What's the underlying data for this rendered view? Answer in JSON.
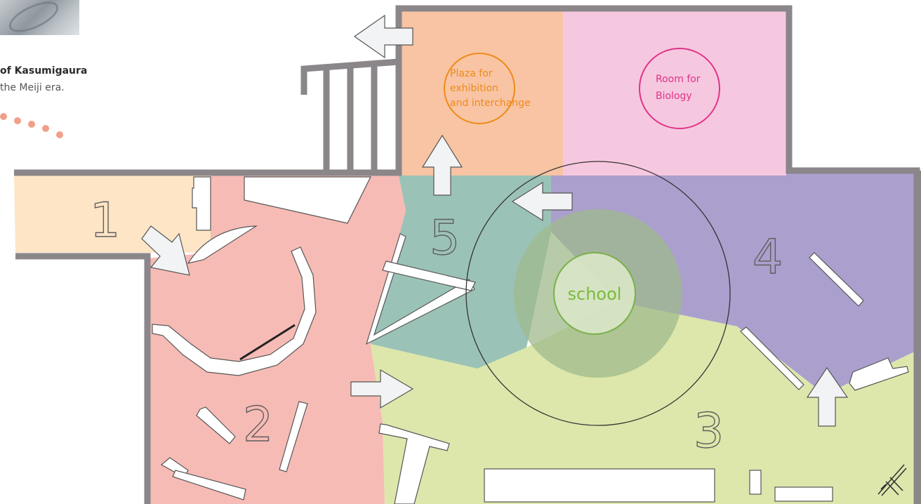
{
  "caption": {
    "title": "of Kasumigaura",
    "subtitle": "the Meiji era."
  },
  "colors": {
    "zone1": "#fde5c6",
    "zone2": "#f7bbb5",
    "zone3": "#dde7ab",
    "zone4": "#ab9fcd",
    "zone5": "#9bc2b6",
    "plaza": "#f8c4a3",
    "biology": "#f6c8df",
    "wall": "#8a8689",
    "school_ring": "#9fb98c",
    "school_text": "#7abb3c",
    "plaza_text": "#ef8a1a",
    "biology_text": "#e0328a",
    "dots": "#f0a08a"
  },
  "zones": {
    "zone1": "1",
    "zone2": "2",
    "zone3": "3",
    "zone4": "4",
    "zone5": "5"
  },
  "rooms": {
    "plaza_lines": [
      "Plaza for",
      "exhibition",
      "and interchange"
    ],
    "biology_lines": [
      "Room for",
      "Biology"
    ],
    "school": "school"
  },
  "icons": [
    "arrow-icon",
    "stairs-icon",
    "telescope-icon"
  ]
}
